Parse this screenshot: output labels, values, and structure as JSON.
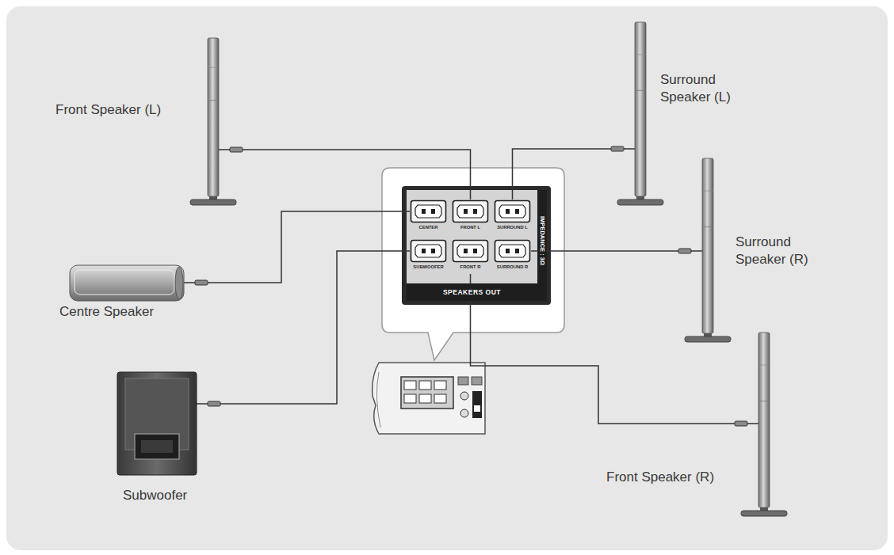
{
  "diagram": {
    "nodes": [
      {
        "text": [
          "Front Speaker (L)"
        ]
      },
      {
        "text": [
          "Surround Speaker (L)"
        ]
      },
      {
        "text": [
          "Centre Speaker"
        ]
      },
      {
        "text": [
          "Surround Speaker (R)"
        ]
      },
      {
        "text": [
          "Subwoofer"
        ]
      },
      {
        "text": [
          "Front Speaker (R)"
        ]
      },
      {
        "text": [
          "SPEAKERS OUT",
          "IMPEDANCE : 3Ω"
        ]
      },
      {
        "text": [
          "CENTER"
        ],
        "in": 6
      },
      {
        "text": [
          "FRONT L"
        ],
        "in": 6
      },
      {
        "text": [
          "SURROUND L"
        ],
        "in": 6
      },
      {
        "text": [
          "SUBWOOFER"
        ],
        "in": 6
      },
      {
        "text": [
          "FRONT R"
        ],
        "in": 6
      },
      {
        "text": [
          "SURROUND R"
        ],
        "in": 6
      }
    ],
    "edges": [
      {
        "from": 0,
        "to": 8,
        "arrow": "none"
      },
      {
        "from": 1,
        "to": 9,
        "arrow": "none"
      },
      {
        "from": 2,
        "to": 7,
        "arrow": "none"
      },
      {
        "from": 3,
        "to": 12,
        "arrow": "none"
      },
      {
        "from": 4,
        "to": 10,
        "arrow": "none"
      },
      {
        "from": 5,
        "to": 11,
        "arrow": "none"
      }
    ]
  }
}
